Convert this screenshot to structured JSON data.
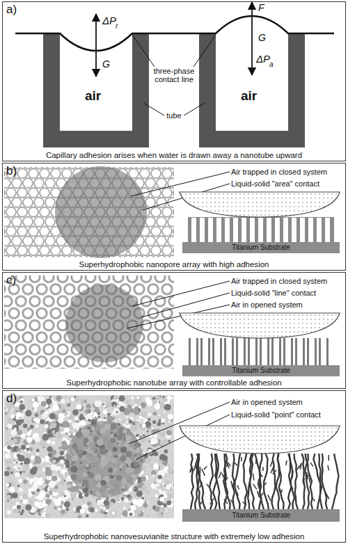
{
  "diagram": {
    "nodes": [
      {
        "text": [
          "a)",
          "Capillary adhesion arises when water is drawn away a nanotube upward"
        ]
      },
      {
        "text": [
          "b)",
          "Superhydrophobic nanopore array with high adhesion"
        ]
      },
      {
        "text": [
          "c)",
          "Superhydrophobic nanotube array with controllable adhesion"
        ]
      },
      {
        "text": [
          "d)",
          "Superhydrophobic nanovesuvianite structure with extremely low adhesion"
        ]
      }
    ],
    "labels": [
      "ΔP",
      "r",
      "G",
      "F",
      "G",
      "ΔP",
      "a",
      "three-phase contact line",
      "air",
      "air",
      "tube",
      "Air trapped in closed system",
      "Liquid-solid \"area\" contact",
      "Titanium Substrate",
      "Air trapped in closed system",
      "Liquid-solid \"line\" contact",
      "Air in opened system",
      "Titanium Substrate",
      "Air in opened system",
      "Liquid-solid \"point\" contact",
      "Titanium Substrate"
    ]
  }
}
